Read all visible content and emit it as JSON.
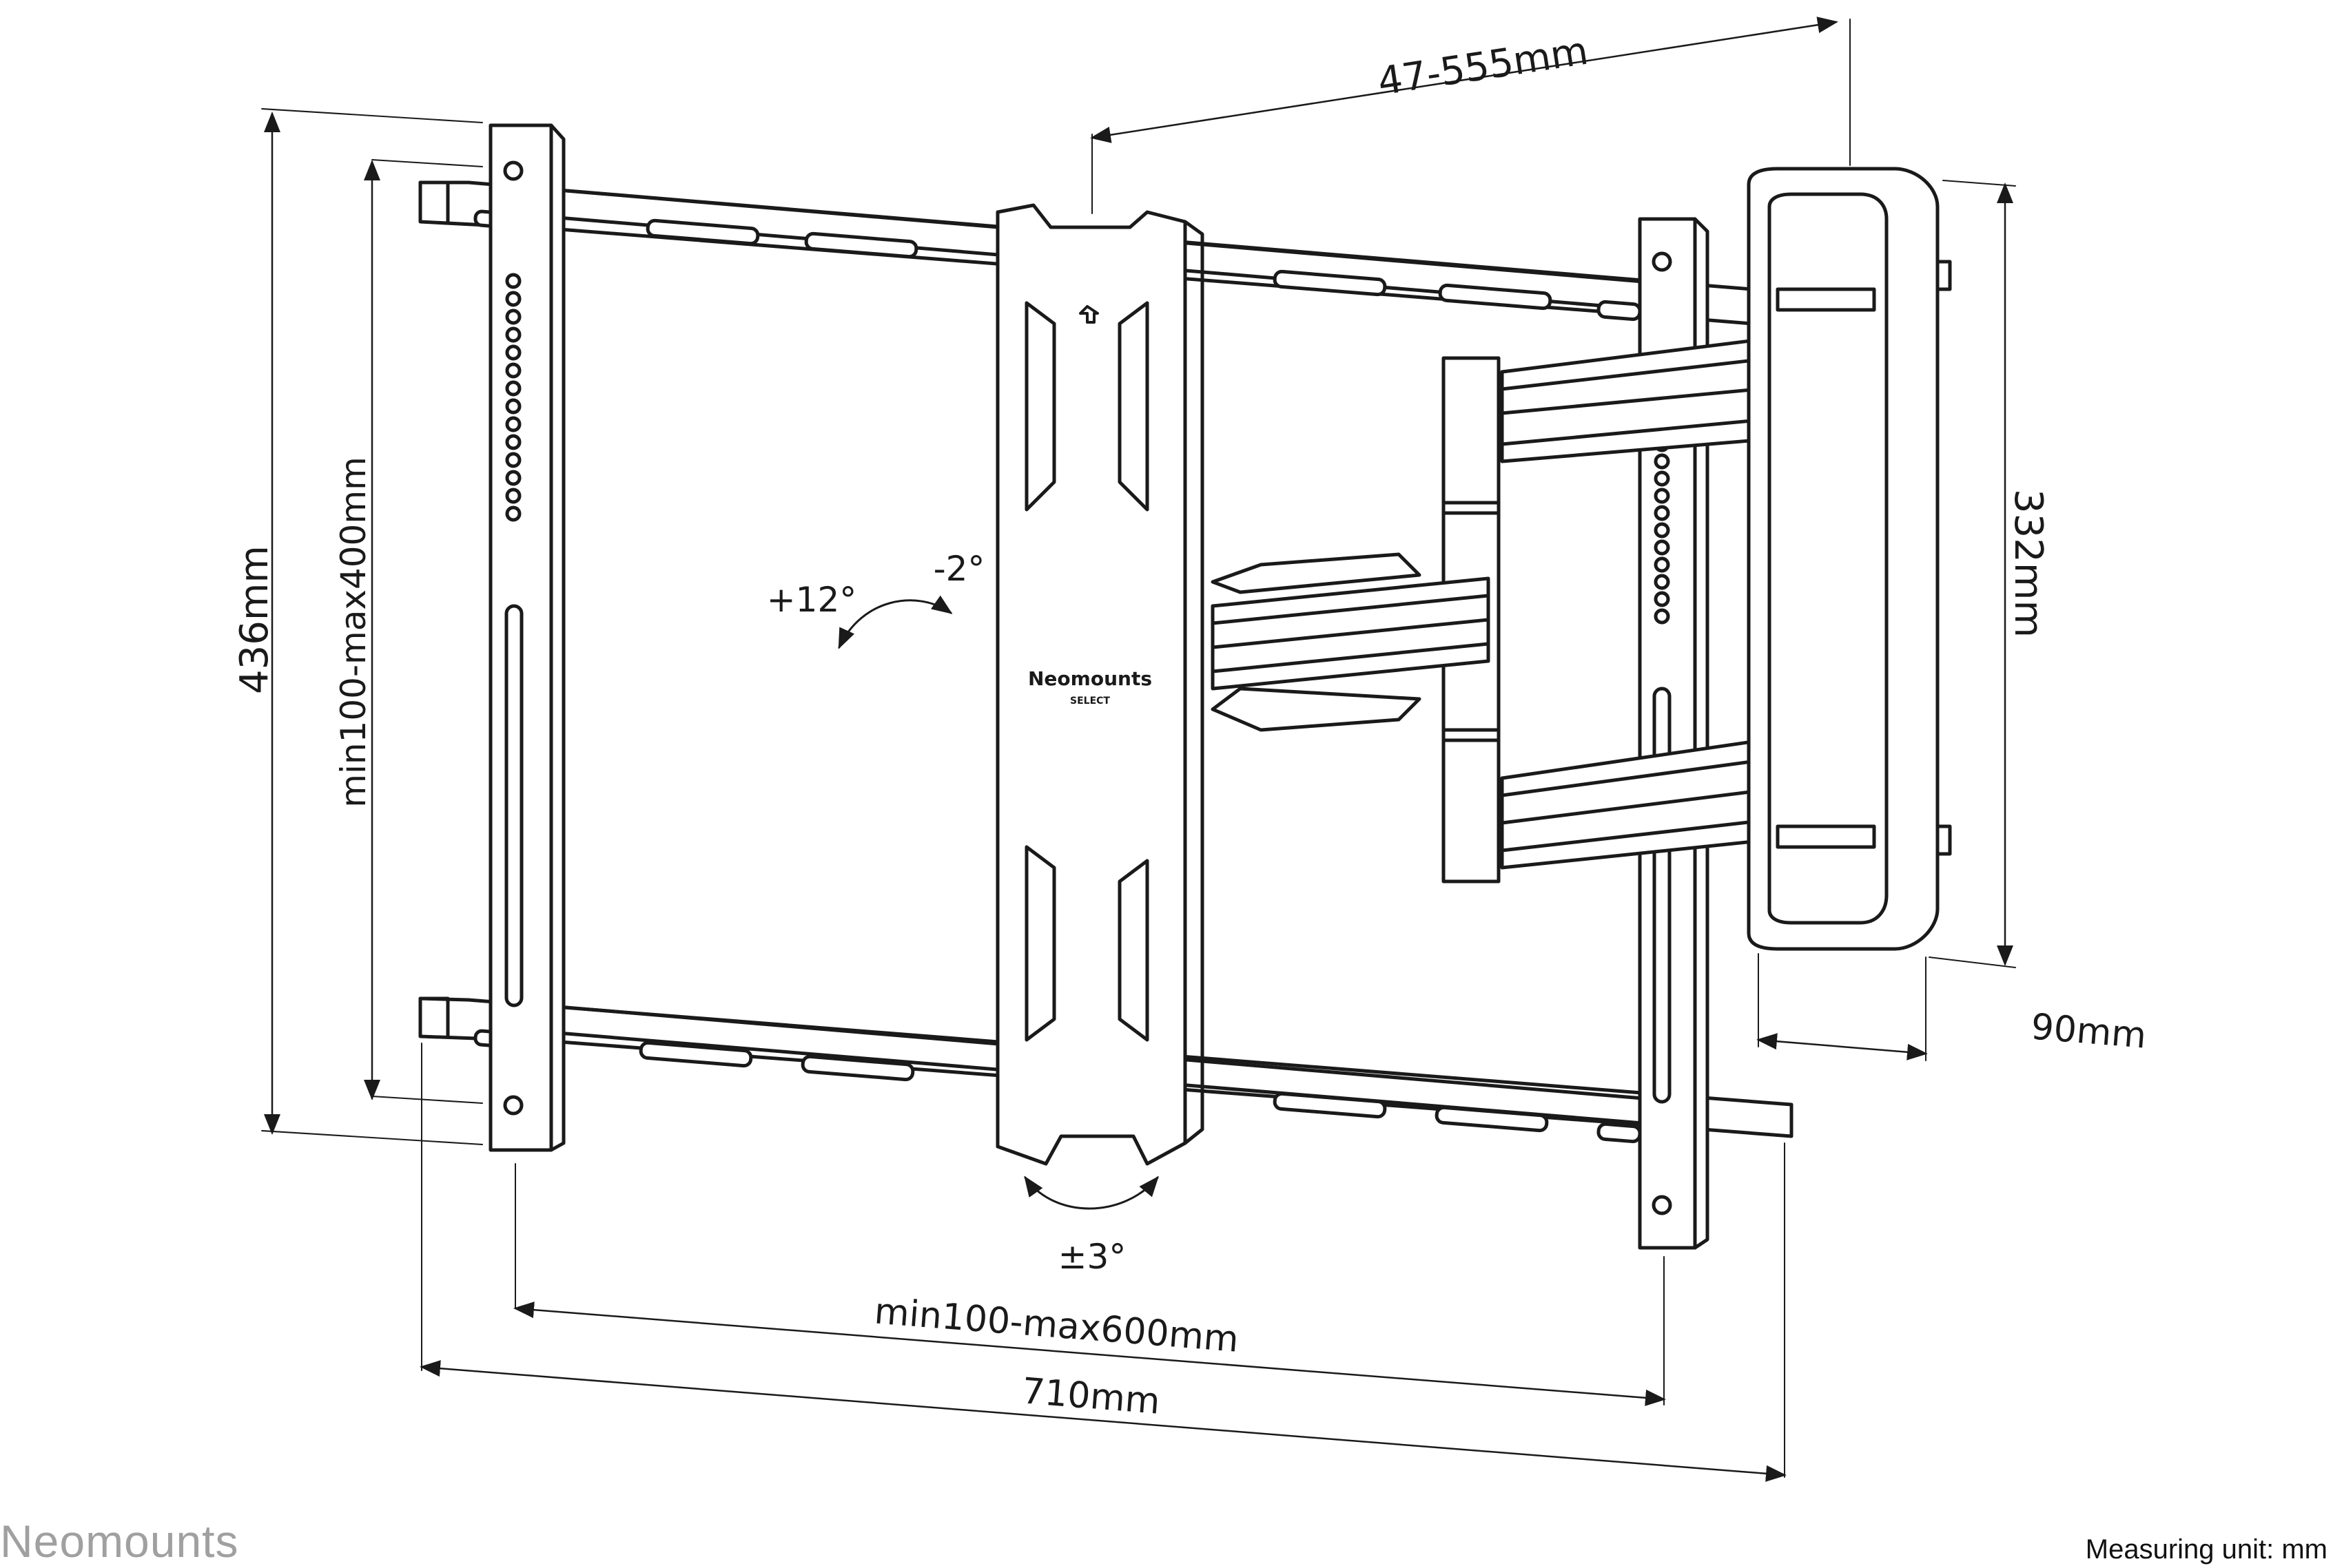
{
  "dimensions": {
    "arm_extension": "47-555mm",
    "overall_height": "436mm",
    "vertical_vesa": "min100-max400mm",
    "bracket_height": "332mm",
    "bracket_depth": "90mm",
    "horizontal_vesa": "min100-max600mm",
    "overall_width": "710mm"
  },
  "angles": {
    "tilt_forward": "+12°",
    "tilt_back": "-2°",
    "rotation": "±3°"
  },
  "plate_logo": {
    "brand": "Neomounts",
    "line": "SELECT"
  },
  "footer": {
    "brand": "Neomounts",
    "unit_note": "Measuring unit: mm"
  },
  "colors": {
    "line": "#1a1a1a",
    "brand_gray": "#a0a0a0"
  }
}
